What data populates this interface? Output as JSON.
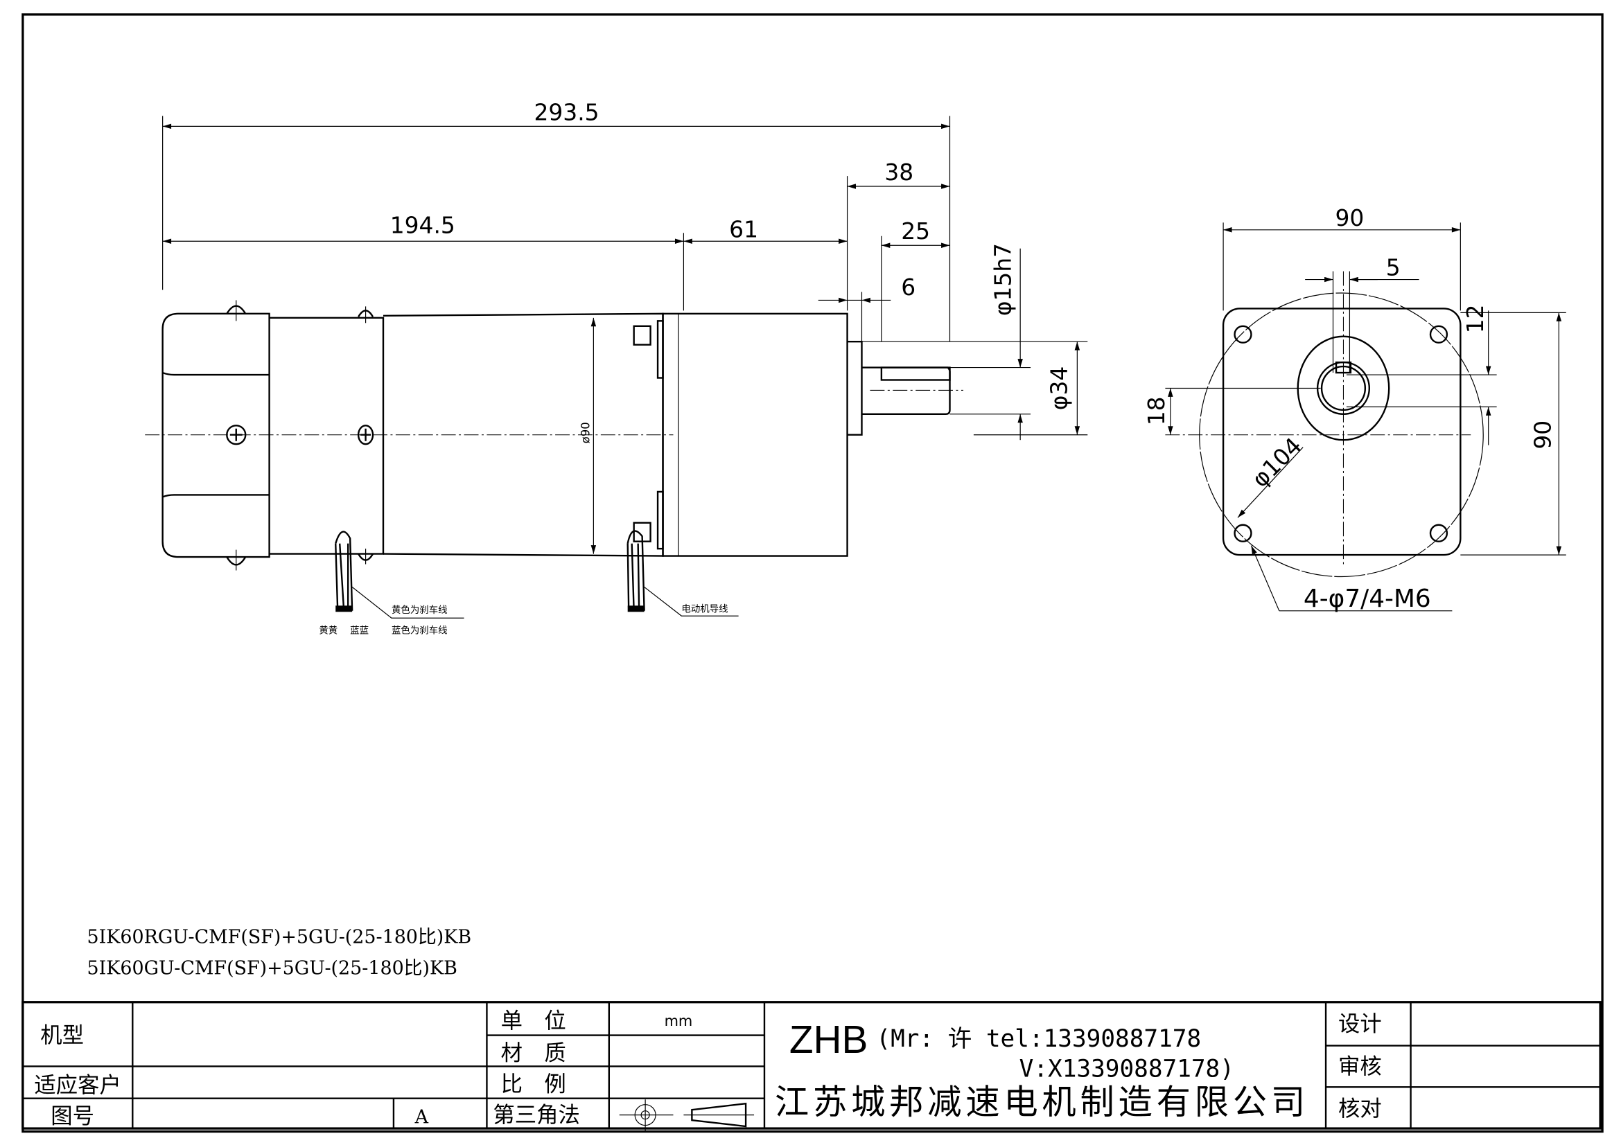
{
  "dimensions": {
    "overall_length": "293.5",
    "motor_length": "194.5",
    "gearbox_length": "61",
    "shaft_total": "38",
    "shaft_length": "25",
    "shaft_offset": "6",
    "shaft_diameter": "φ15h7",
    "boss_diameter": "φ34",
    "body_diameter": "ø90",
    "flange_width": "90",
    "key_width": "5",
    "key_height": "12",
    "shaft_center_offset": "18",
    "flange_height": "90",
    "bolt_circle": "φ104",
    "mounting_holes": "4-φ7/4-M6"
  },
  "wire_labels": {
    "yellow_brake": "黄色为刹车线",
    "blue_brake": "蓝色为刹车线",
    "yellow_pair": "黄黄",
    "blue_pair": "蓝蓝",
    "motor_leads": "电动机导线"
  },
  "models": [
    "5IK60RGU-CMF(SF)+5GU-(25-180比)KB",
    "5IK60GU-CMF(SF)+5GU-(25-180比)KB"
  ],
  "title_block": {
    "model_label": "机型",
    "customer_label": "适应客户",
    "drawing_no_label": "图号",
    "revision": "A",
    "unit_label": "单　位",
    "unit_value": "mm",
    "material_label": "材　质",
    "scale_label": "比　例",
    "projection_label": "第三角法",
    "brand": "ZHB",
    "contact_line1": "(Mr: 许 tel:13390887178",
    "contact_line2": "V:X13390887178)",
    "company": "江苏城邦减速电机制造有限公司",
    "design_label": "设计",
    "review_label": "审核",
    "check_label": "核对"
  }
}
